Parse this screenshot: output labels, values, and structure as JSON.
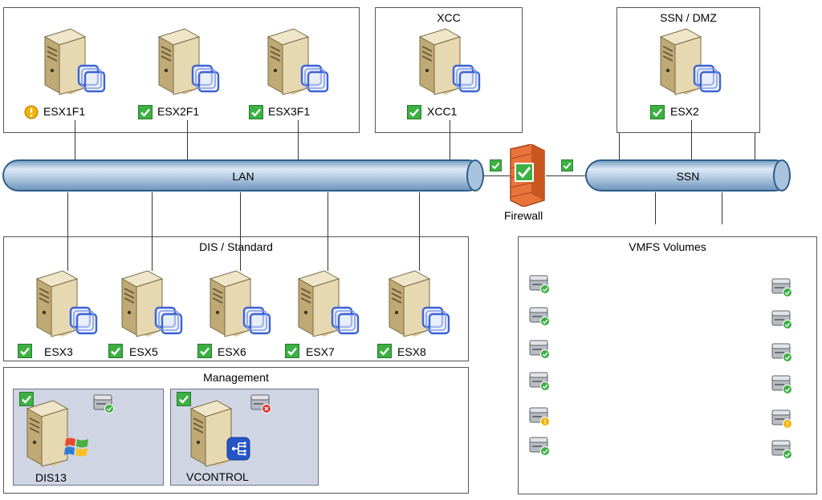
{
  "network": {
    "lan_label": "LAN",
    "ssn_label": "SSN",
    "firewall_label": "Firewall"
  },
  "groups": {
    "xcc_title": "XCC",
    "ssn_dmz_title": "SSN / DMZ",
    "dis_title": "DIS / Standard",
    "management_title": "Management",
    "vmfs_title": "VMFS Volumes"
  },
  "servers": [
    {
      "name": "ESX1F1",
      "status": "warning"
    },
    {
      "name": "ESX2F1",
      "status": "ok"
    },
    {
      "name": "ESX3F1",
      "status": "ok"
    },
    {
      "name": "XCC1",
      "status": "ok"
    },
    {
      "name": "ESX2",
      "status": "ok"
    },
    {
      "name": "ESX3",
      "status": "ok"
    },
    {
      "name": "ESX5",
      "status": "ok"
    },
    {
      "name": "ESX6",
      "status": "ok"
    },
    {
      "name": "ESX7",
      "status": "ok"
    },
    {
      "name": "ESX8",
      "status": "ok"
    }
  ],
  "management": [
    {
      "name": "DIS13",
      "status": "ok",
      "os": "windows",
      "disk_status": "ok"
    },
    {
      "name": "VCONTROL",
      "status": "ok",
      "os": "vmware-control",
      "disk_status": "error"
    }
  ],
  "vmfs_volumes": {
    "left": [
      "ok",
      "ok",
      "ok",
      "ok",
      "warning",
      "ok"
    ],
    "right": [
      "ok",
      "ok",
      "ok",
      "ok",
      "warning",
      "ok"
    ]
  },
  "colors": {
    "ok": "#3cb043",
    "warning": "#f2b400",
    "error": "#d9342b",
    "pipe": "#9dbbdb",
    "firewall": "#e8743b"
  }
}
